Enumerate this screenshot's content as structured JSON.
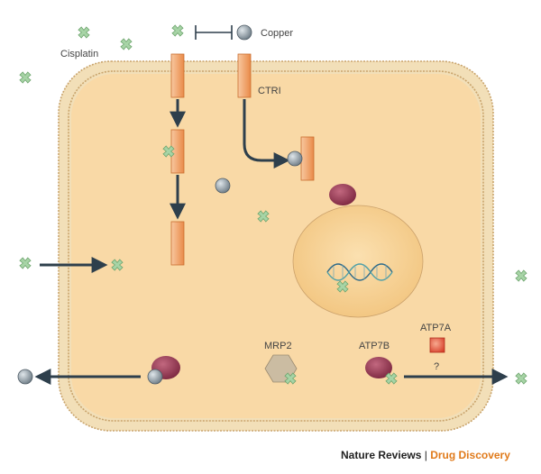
{
  "labels": {
    "cisplatin": "Cisplatin",
    "copper": "Copper",
    "ctr1": "CTRI",
    "mrp2": "MRP2",
    "atp7b": "ATP7B",
    "atp7a": "ATP7A",
    "unknown": "?"
  },
  "credit": {
    "journal": "Nature Reviews",
    "separator": "|",
    "section": "Drug Discovery"
  },
  "colors": {
    "cytoplasm": "#f9d9a6",
    "membrane_border": "#c9a46c",
    "nucleus": "#f6cf93",
    "transporter": "#f2a66a",
    "cisplatin_marker": "#a7d4a6",
    "copper_marker": "#7f8c95",
    "vesicle": "#9a3a55",
    "atp7a_box": "#e8503c",
    "arrow": "#2e3f4c",
    "credit_accent": "#e07a1a"
  }
}
